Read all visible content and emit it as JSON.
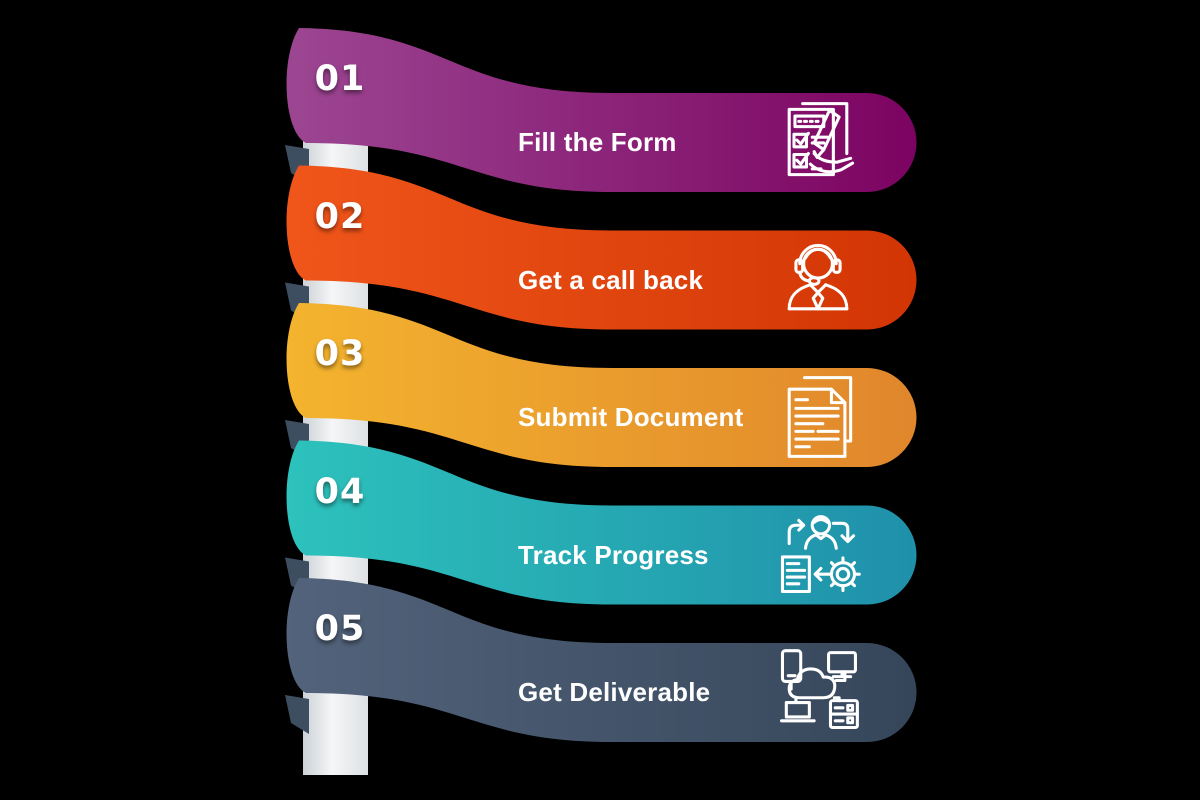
{
  "infographic": {
    "background_color": "#000000",
    "pole_colors": {
      "left": "#ccd2d6",
      "mid": "#f5f6f7",
      "right": "#dde1e4"
    },
    "fold_shadow_color": "#3d4e61",
    "steps": [
      {
        "number": "01",
        "label": "Fill the Form",
        "icon": "form-checklist-pen-icon",
        "color_start": "#9c4692",
        "color_end": "#7c0361"
      },
      {
        "number": "02",
        "label": "Get a call back",
        "icon": "support-agent-headset-icon",
        "color_start": "#f0561a",
        "color_end": "#d23504"
      },
      {
        "number": "03",
        "label": "Submit Document",
        "icon": "documents-icon",
        "color_start": "#f4b42e",
        "color_end": "#e0862c"
      },
      {
        "number": "04",
        "label": "Track Progress",
        "icon": "workflow-person-gear-document-icon",
        "color_start": "#2dc2bc",
        "color_end": "#1f90aa"
      },
      {
        "number": "05",
        "label": "Get Deliverable",
        "icon": "cloud-network-devices-icon",
        "color_start": "#52637b",
        "color_end": "#36465a"
      }
    ]
  }
}
